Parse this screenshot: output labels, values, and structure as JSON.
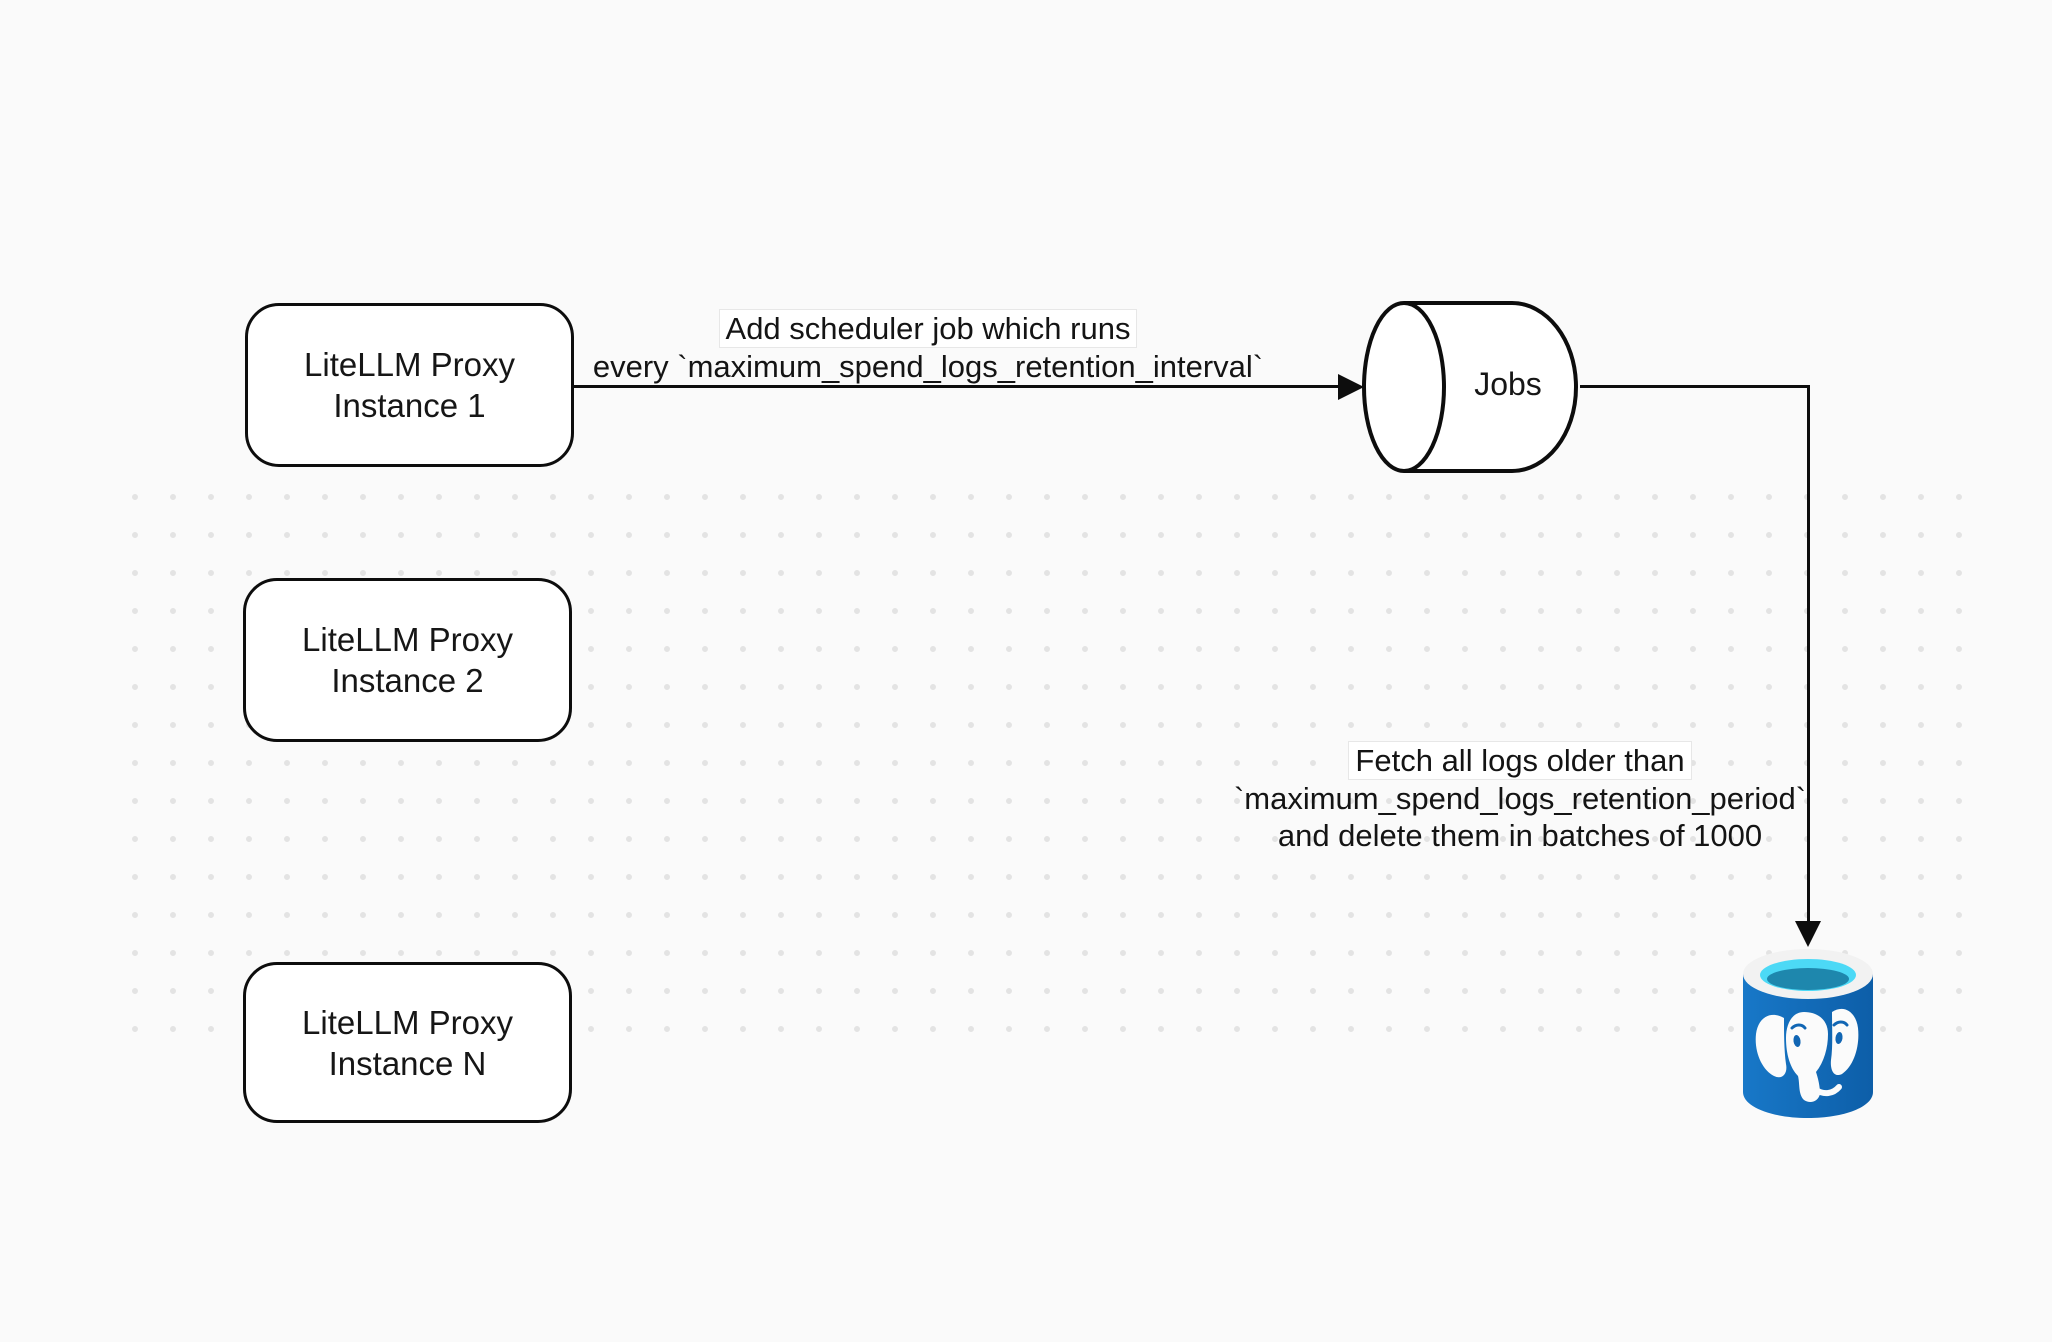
{
  "canvas": {
    "background_color": "#fafafa",
    "dot_color": "#e3e3e3",
    "stroke_color": "#0d0d0d"
  },
  "nodes": {
    "instance1": {
      "line1": "LiteLLM Proxy",
      "line2": "Instance 1"
    },
    "instance2": {
      "line1": "LiteLLM Proxy",
      "line2": "Instance 2"
    },
    "instanceN": {
      "line1": "LiteLLM Proxy",
      "line2": "Instance N"
    },
    "jobs": {
      "label": "Jobs"
    },
    "database": {
      "icon": "postgresql-database-icon"
    }
  },
  "edges": {
    "schedule": {
      "line1": "Add scheduler job which runs",
      "line2": "every `maximum_spend_logs_retention_interval`"
    },
    "cleanup": {
      "line1": "Fetch all logs older than",
      "line2": "`maximum_spend_logs_retention_period`",
      "line3": "and delete them in batches of 1000"
    }
  },
  "icon_colors": {
    "body_blue_light": "#1878c8",
    "body_blue_dark": "#0d5ea8",
    "rim": "#f2f2f2",
    "opening_cyan": "#4cd9f6",
    "opening_dark": "#1e87ad",
    "elephant": "#fbfbfb"
  }
}
